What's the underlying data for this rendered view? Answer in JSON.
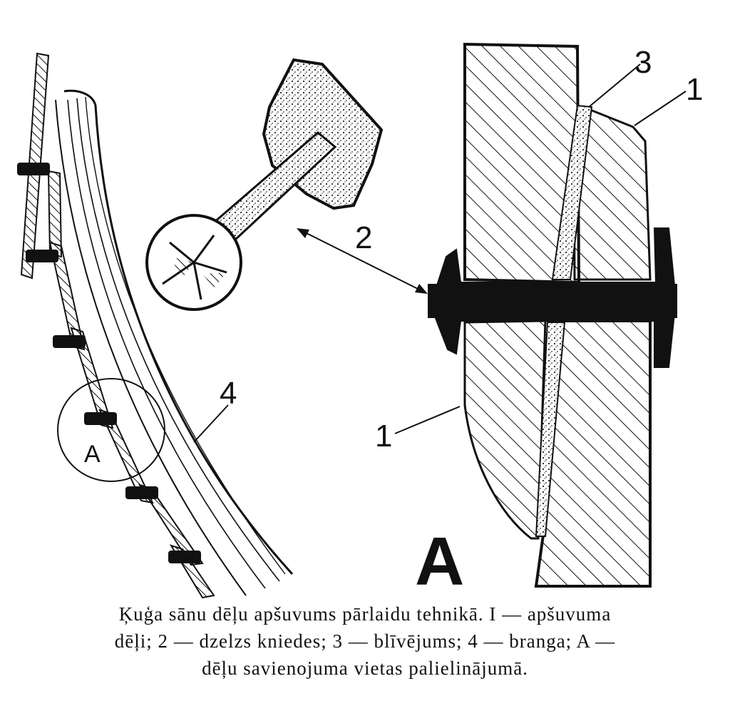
{
  "figure": {
    "labels": {
      "n3": "3",
      "n1_top": "1",
      "n2": "2",
      "n4": "4",
      "n1_bottom": "1",
      "a_small": "A",
      "a_big": "A"
    }
  },
  "caption": {
    "line1": "Ķuģa sānu dēļu apšuvums pārlaidu tehnikā. I — apšuvuma",
    "line2": "dēļi; 2 — dzelzs kniedes; 3 — blīvējums; 4 — branga; A —",
    "line3": "dēļu savienojuma vietas palielinājumā."
  },
  "colors": {
    "ink": "#111111",
    "paper": "#ffffff"
  }
}
